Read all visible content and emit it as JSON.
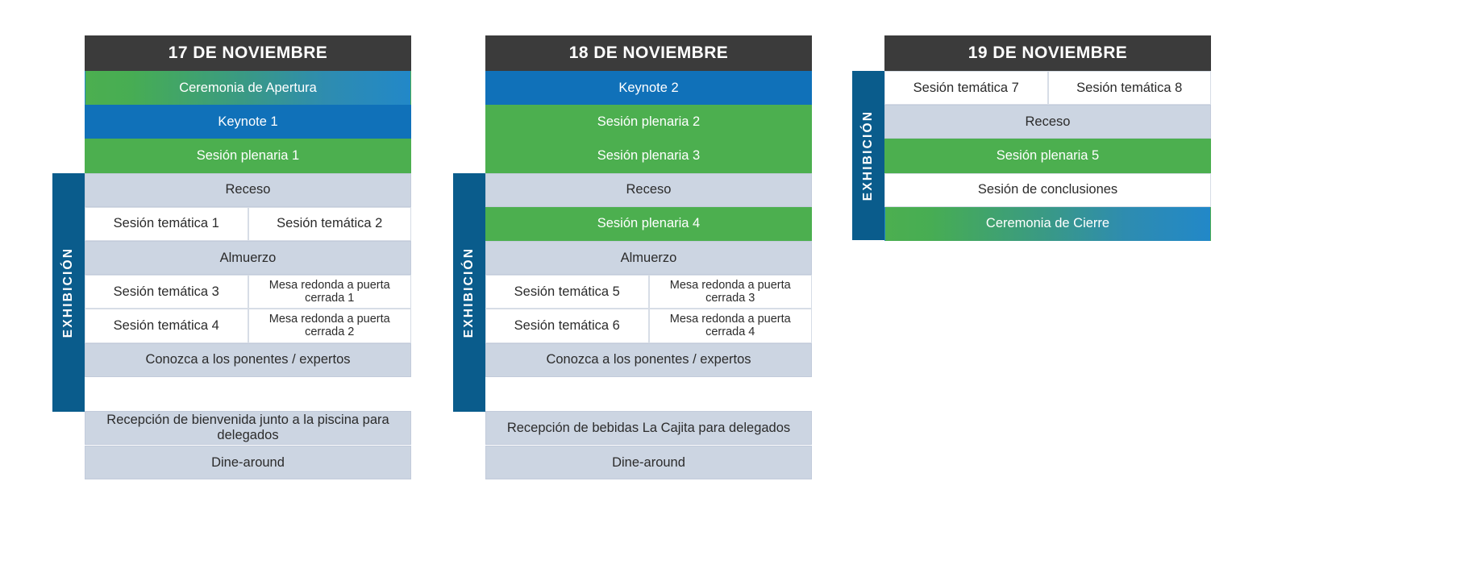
{
  "exhibition_label": "EXHIBICIÓN",
  "colors": {
    "header_dark": "#3b3b3b",
    "exhibition_blue": "#0a5c8c",
    "keynote_blue": "#1071b9",
    "plenary_green": "#4caf4f",
    "break_gray": "#ccd5e2",
    "ceremony_gradient_start": "#4caf50",
    "ceremony_gradient_end": "#2288c8"
  },
  "days": [
    {
      "title": "17 DE NOVIEMBRE",
      "rows": [
        {
          "label": "Ceremonia de Apertura",
          "type": "gradient",
          "span": "full"
        },
        {
          "label": "Keynote 1",
          "type": "blue",
          "span": "full"
        },
        {
          "label": "Sesión plenaria 1",
          "type": "green",
          "span": "full"
        },
        {
          "label": "Receso",
          "type": "gray",
          "span": "full"
        },
        {
          "label": "Sesión temática 1",
          "type": "white",
          "span": "left"
        },
        {
          "label": "Sesión temática 2",
          "type": "white",
          "span": "right"
        },
        {
          "label": "Almuerzo",
          "type": "gray",
          "span": "full"
        },
        {
          "label": "Sesión temática 3",
          "type": "white",
          "span": "left"
        },
        {
          "label": "Mesa redonda a puerta cerrada 1",
          "type": "white",
          "span": "right",
          "small": true
        },
        {
          "label": "Sesión temática 4",
          "type": "white",
          "span": "left"
        },
        {
          "label": "Mesa redonda a puerta cerrada 2",
          "type": "white",
          "span": "right",
          "small": true
        },
        {
          "label": "Conozca a los ponentes / expertos",
          "type": "gray",
          "span": "full"
        }
      ],
      "evening_rows": [
        {
          "label": "Recepción de bienvenida junto a la piscina para delegados",
          "type": "gray"
        },
        {
          "label": "Dine-around",
          "type": "gray"
        }
      ]
    },
    {
      "title": "18 DE NOVIEMBRE",
      "rows": [
        {
          "label": "Keynote 2",
          "type": "blue",
          "span": "full"
        },
        {
          "label": "Sesión plenaria 2",
          "type": "green",
          "span": "full"
        },
        {
          "label": "Sesión plenaria 3",
          "type": "green",
          "span": "full"
        },
        {
          "label": "Receso",
          "type": "gray",
          "span": "full"
        },
        {
          "label": "Sesión plenaria 4",
          "type": "green",
          "span": "full"
        },
        {
          "label": "Almuerzo",
          "type": "gray",
          "span": "full"
        },
        {
          "label": "Sesión temática 5",
          "type": "white",
          "span": "left"
        },
        {
          "label": "Mesa redonda a puerta cerrada 3",
          "type": "white",
          "span": "right",
          "small": true
        },
        {
          "label": "Sesión temática 6",
          "type": "white",
          "span": "left"
        },
        {
          "label": "Mesa redonda a puerta cerrada 4",
          "type": "white",
          "span": "right",
          "small": true
        },
        {
          "label": "Conozca a los ponentes / expertos",
          "type": "gray",
          "span": "full"
        }
      ],
      "evening_rows": [
        {
          "label": "Recepción de bebidas La Cajita para delegados",
          "type": "gray"
        },
        {
          "label": "Dine-around",
          "type": "gray"
        }
      ]
    },
    {
      "title": "19 DE NOVIEMBRE",
      "rows": [
        {
          "label": "Sesión temática 7",
          "type": "white",
          "span": "left"
        },
        {
          "label": "Sesión temática 8",
          "type": "white",
          "span": "right"
        },
        {
          "label": "Receso",
          "type": "gray",
          "span": "full"
        },
        {
          "label": "Sesión plenaria 5",
          "type": "green",
          "span": "full"
        },
        {
          "label": "Sesión de conclusiones",
          "type": "white",
          "span": "full"
        },
        {
          "label": "Ceremonia de Cierre",
          "type": "gradient",
          "span": "full"
        }
      ],
      "evening_rows": []
    }
  ]
}
